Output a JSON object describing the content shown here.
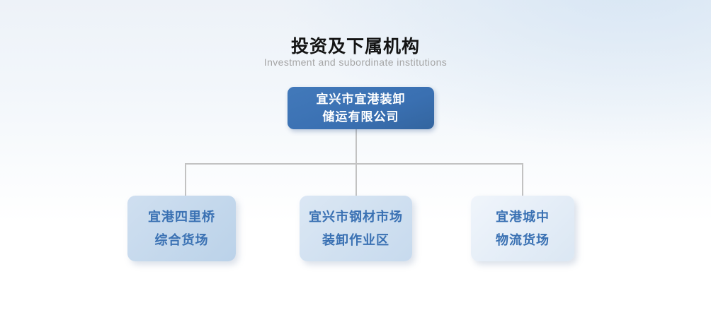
{
  "header": {
    "title": "投资及下属机构",
    "subtitle": "Investment and subordinate institutions"
  },
  "org_chart": {
    "type": "org-tree",
    "root": {
      "name_line1": "宜兴市宜港装卸",
      "name_line2": "储运有限公司"
    },
    "children": [
      {
        "name_line1": "宜港四里桥",
        "name_line2": "综合货场"
      },
      {
        "name_line1": "宜兴市钢材市场",
        "name_line2": "装卸作业区"
      },
      {
        "name_line1": "宜港城中",
        "name_line2": "物流货场"
      }
    ],
    "colors": {
      "root_box_fill": "#3a70b2",
      "root_box_text": "#ffffff",
      "child_box_fill_1": "#c4d8ec",
      "child_box_fill_2": "#d0e0f0",
      "child_box_fill_3": "#e4edf7",
      "child_box_text": "#3a71b3",
      "connector_line": "#c2c2c2",
      "title_text": "#141414",
      "subtitle_text": "#a5a5a5",
      "background_top": "#edf2f8",
      "background_bottom": "#ffffff"
    }
  }
}
